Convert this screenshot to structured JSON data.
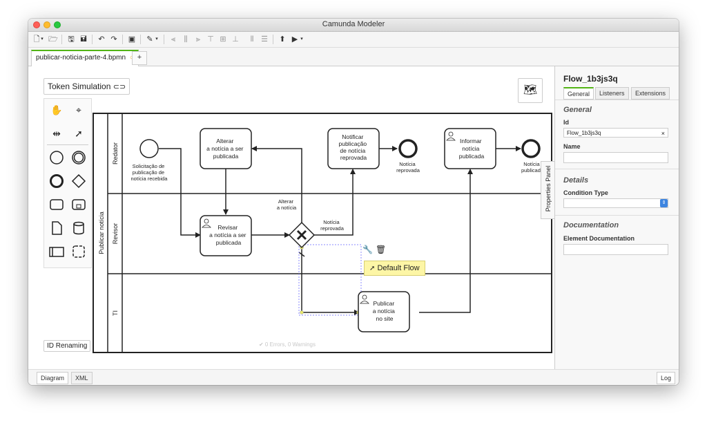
{
  "window": {
    "title": "Camunda Modeler"
  },
  "tab": {
    "filename": "publicar-noticia-parte-4.bpmn",
    "unsaved_marker": "○",
    "add_label": "+"
  },
  "canvas": {
    "token_simulation_label": "Token Simulation",
    "id_renaming_label": "ID Renaming",
    "status_text": "✔ 0 Errors, 0 Warnings"
  },
  "diagram": {
    "pool_label": "Publicar notícia",
    "lanes": [
      "Redator",
      "Revisor",
      "TI"
    ],
    "start_event_label": [
      "Solicitação de",
      "publicação de",
      "notícia recebida"
    ],
    "task_alterar": [
      "Alterar",
      "a notícia a ser",
      "publicada"
    ],
    "task_revisar": [
      "Revisar",
      "a notícia a ser",
      "publicada"
    ],
    "task_notificar": [
      "Notificar",
      "publicação",
      "de notícia",
      "reprovada"
    ],
    "task_informar": [
      "Informar",
      "notícia",
      "publicada"
    ],
    "task_publicar": [
      "Publicar",
      "a notícia",
      "no site"
    ],
    "end_reprovada_label": [
      "Notícia",
      "reprovada"
    ],
    "end_publicada_label": [
      "Notícia",
      "publicada"
    ],
    "flow_alterar_label": [
      "Alterar",
      "a notícia"
    ],
    "flow_reprovada_label": [
      "Notícia",
      "reprovada"
    ],
    "default_flow_label": "Default Flow"
  },
  "properties": {
    "element_id": "Flow_1b3js3q",
    "tabs": [
      "General",
      "Listeners",
      "Extensions"
    ],
    "general_heading": "General",
    "id_label": "Id",
    "id_value": "Flow_1b3js3q",
    "name_label": "Name",
    "details_heading": "Details",
    "condition_type_label": "Condition Type",
    "documentation_heading": "Documentation",
    "element_documentation_label": "Element Documentation",
    "panel_toggle_label": "Properties Panel"
  },
  "bottom": {
    "diagram_tab": "Diagram",
    "xml_tab": "XML",
    "log_button": "Log"
  },
  "colors": {
    "accent": "#52b415",
    "tooltip_bg": "#fdf6a6",
    "selection": "#5a5aff"
  }
}
